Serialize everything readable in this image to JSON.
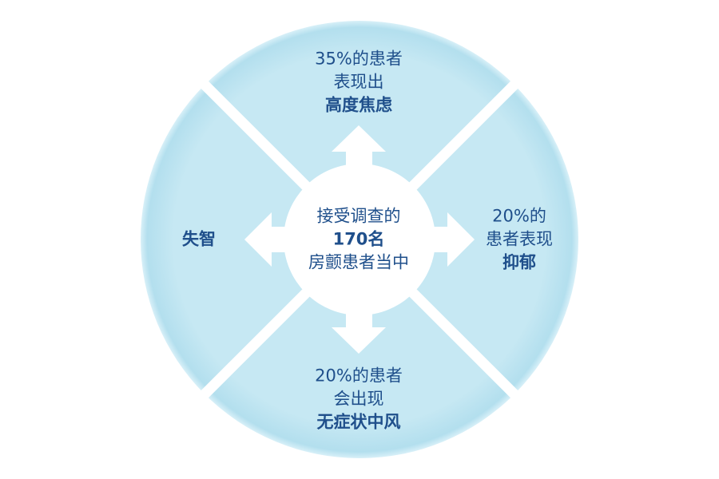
{
  "colors": {
    "fill": "#c6e8f3",
    "edge": "#9fd3e6",
    "text": "#1f4f8b",
    "divider": "#ffffff"
  },
  "center": {
    "line1": "接受调查的",
    "line2": "170名",
    "line3": "房颤患者当中"
  },
  "top": {
    "line1": "35%的患者",
    "line2": "表现出",
    "emphasis": "高度焦虑"
  },
  "right": {
    "line1": "20%的",
    "line2": "患者表现",
    "emphasis": "抑郁"
  },
  "bottom": {
    "line1": "20%的患者",
    "line2": "会出现",
    "emphasis": "无症状中风"
  },
  "left": {
    "emphasis": "失智"
  }
}
